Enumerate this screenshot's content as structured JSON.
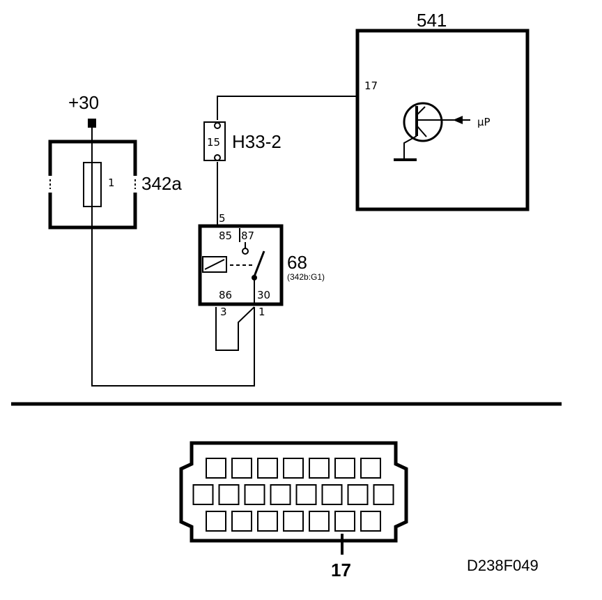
{
  "labels": {
    "supply": "+30",
    "fuse_block": "342a",
    "fuse_number": "1",
    "ecu": "541",
    "ecu_pin": "17",
    "ecu_output": "μP",
    "connector_ref": "H33-2",
    "connector_pin": "15",
    "relay": "68",
    "relay_ref": "(342b:G1)",
    "relay_pins": {
      "p85": "85",
      "p87": "87",
      "p86": "86",
      "p30": "30"
    },
    "wire_pins": {
      "w5": "5",
      "w3": "3",
      "w1": "1"
    },
    "diag_pin": "17",
    "drawing_id": "D238F049"
  },
  "connector_rows": [
    7,
    8,
    7
  ],
  "highlight": {
    "row": 2,
    "col": 5
  }
}
